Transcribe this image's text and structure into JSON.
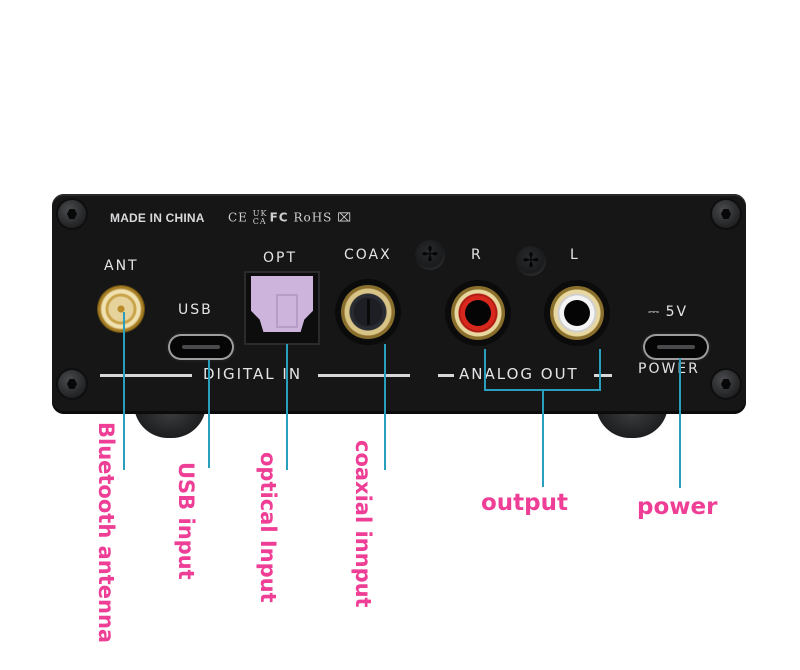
{
  "device": {
    "top_marking": "MADE IN CHINA",
    "certification_marks": [
      "CE",
      "UK CA",
      "FC",
      "RoHS",
      "WEEE-bin"
    ],
    "port_labels": {
      "antenna": "ANT",
      "usb": "USB",
      "optical": "OPT",
      "coaxial": "COAX",
      "right_channel": "R",
      "left_channel": "L",
      "voltage": "5V",
      "power": "POWER"
    },
    "section_labels": {
      "digital_in": "DIGITAL IN",
      "analog_out": "ANALOG OUT"
    },
    "colors": {
      "panel": "#161617",
      "silkscreen": "#e4e4e6",
      "optical_plug": "#cdb4dc",
      "rca_right": "#d8281e",
      "rca_left": "#f4f4f4",
      "gold": "#c9a44b"
    }
  },
  "annotations": {
    "line_color": "#2a9fbd",
    "label_color": "#ee3e96",
    "labels": [
      {
        "id": "bluetooth",
        "text": "Bluetooth antenna",
        "orientation": "vertical"
      },
      {
        "id": "usb",
        "text": "USB input",
        "orientation": "vertical"
      },
      {
        "id": "optical",
        "text": "optical Input",
        "orientation": "vertical"
      },
      {
        "id": "coaxial",
        "text": "coaxial innput",
        "orientation": "vertical"
      },
      {
        "id": "output",
        "text": "output",
        "orientation": "horizontal"
      },
      {
        "id": "power",
        "text": "power",
        "orientation": "horizontal"
      }
    ]
  }
}
